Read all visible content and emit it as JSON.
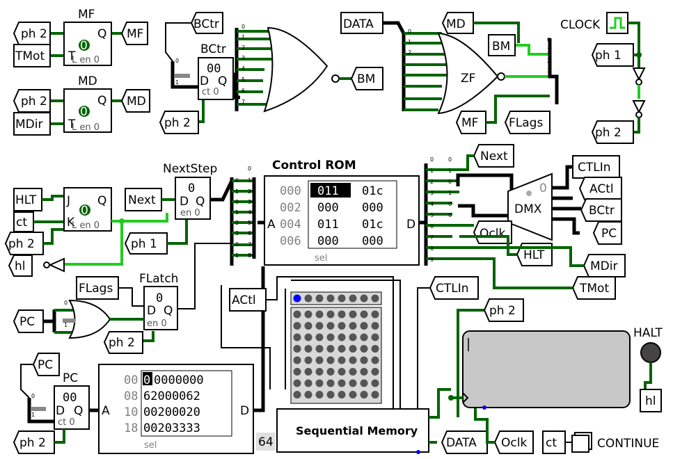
{
  "pins": {
    "ph2": "ph 2",
    "tmot": "TMot",
    "mf": "MF",
    "md": "MD",
    "mdir": "MDir",
    "bctr": "BCtr",
    "data": "DATA",
    "bm": "BM",
    "clock": "CLOCK",
    "ph1": "ph 1",
    "flags": "FLags",
    "next": "Next",
    "ctlin": "CTLIn",
    "actl": "ACtl",
    "pc": "PC",
    "oclk": "Oclk",
    "hlt": "HLT",
    "ct": "ct",
    "hl": "hl",
    "halt_label": "HALT",
    "continue_label": "CONTINUE"
  },
  "components": {
    "mf_title": "MF",
    "md_title": "MD",
    "bctr_title": "BCtr",
    "nextstep_title": "NextStep",
    "flatch_title": "FLatch",
    "pc_title": "PC",
    "zf": "ZF",
    "dmx": "DMX",
    "control_rom_title": "Control ROM",
    "seq_mem": "Sequential Memory",
    "seq_mem_size": "64",
    "reg_value_00": "00",
    "reg_value_0": "0",
    "ct0": "ct 0",
    "en0": "en 0",
    "len0": "L en 0",
    "d": "D",
    "q": "Q",
    "t": "T",
    "j": "J",
    "k": "K",
    "a": "A",
    "sel": "sel",
    "bit_zero": "0"
  },
  "rom": {
    "addrs": [
      "000",
      "002",
      "004",
      "006"
    ],
    "col1": [
      "011",
      "000",
      "011",
      "000"
    ],
    "col2": [
      "01c",
      "000",
      "01c",
      "000"
    ],
    "highlight": "011"
  },
  "memory": {
    "addrs": [
      "00",
      "08",
      "10",
      "18"
    ],
    "first_byte": "0",
    "rows": [
      "0000000",
      "62000062",
      "00200020",
      "00203333"
    ]
  },
  "colors": {
    "wire_dark": "#006400",
    "wire_light": "#22cc22",
    "display": "#c8c8c8",
    "led": "#555555",
    "led_on": "#0000ff"
  }
}
